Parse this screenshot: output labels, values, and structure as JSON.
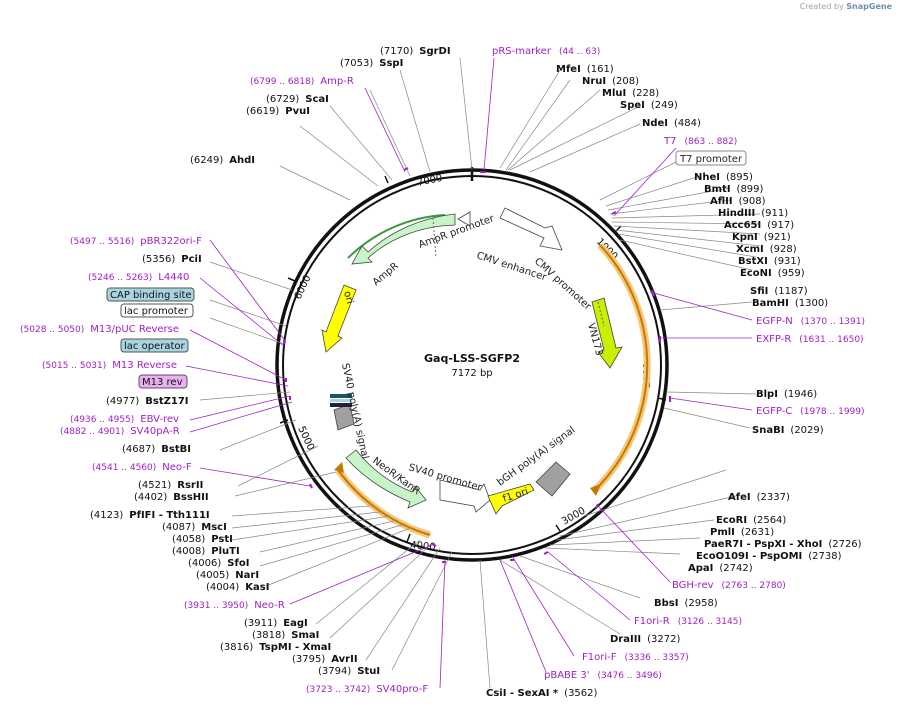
{
  "credit": {
    "prefix": "Created by",
    "brand": "SnapGene"
  },
  "plasmid": {
    "name": "Gaq-LSS-SGFP2",
    "length_label": "7172 bp"
  },
  "ticks": [
    "1000",
    "2000",
    "3000",
    "4000",
    "5000",
    "6000",
    "7000"
  ],
  "enzymes": [
    {
      "pos": "(7170)",
      "name": "SgrDI"
    },
    {
      "pos": "(7053)",
      "name": "SspI"
    },
    {
      "pos": "(6729)",
      "name": "ScaI"
    },
    {
      "pos": "(6619)",
      "name": "PvuI"
    },
    {
      "pos": "(6249)",
      "name": "AhdI"
    },
    {
      "pos": "(5356)",
      "name": "PciI"
    },
    {
      "pos": "(4977)",
      "name": "BstZ17I"
    },
    {
      "pos": "(4687)",
      "name": "BstBI"
    },
    {
      "pos": "(4521)",
      "name": "RsrII"
    },
    {
      "pos": "(4402)",
      "name": "BssHII"
    },
    {
      "pos": "(4123)",
      "name": "PfIFI - Tth111I"
    },
    {
      "pos": "(4087)",
      "name": "MscI"
    },
    {
      "pos": "(4058)",
      "name": "PstI"
    },
    {
      "pos": "(4008)",
      "name": "PluTI"
    },
    {
      "pos": "(4006)",
      "name": "SfoI"
    },
    {
      "pos": "(4005)",
      "name": "NarI"
    },
    {
      "pos": "(4004)",
      "name": "KasI"
    },
    {
      "pos": "(3911)",
      "name": "EagI"
    },
    {
      "pos": "(3818)",
      "name": "SmaI"
    },
    {
      "pos": "(3816)",
      "name": "TspMI - XmaI"
    },
    {
      "pos": "(3795)",
      "name": "AvrII"
    },
    {
      "pos": "(3794)",
      "name": "StuI"
    },
    {
      "pos": "(161)",
      "name": "MfeI"
    },
    {
      "pos": "(208)",
      "name": "NruI"
    },
    {
      "pos": "(228)",
      "name": "MluI"
    },
    {
      "pos": "(249)",
      "name": "SpeI"
    },
    {
      "pos": "(484)",
      "name": "NdeI"
    },
    {
      "pos": "(895)",
      "name": "NheI"
    },
    {
      "pos": "(899)",
      "name": "BmtI"
    },
    {
      "pos": "(908)",
      "name": "AflII"
    },
    {
      "pos": "(911)",
      "name": "HindIII"
    },
    {
      "pos": "(917)",
      "name": "Acc65I"
    },
    {
      "pos": "(921)",
      "name": "KpnI"
    },
    {
      "pos": "(928)",
      "name": "XcmI"
    },
    {
      "pos": "(931)",
      "name": "BstXI"
    },
    {
      "pos": "(959)",
      "name": "EcoNI"
    },
    {
      "pos": "(1187)",
      "name": "SfiI"
    },
    {
      "pos": "(1300)",
      "name": "BamHI"
    },
    {
      "pos": "(1946)",
      "name": "BlpI"
    },
    {
      "pos": "(2029)",
      "name": "SnaBI"
    },
    {
      "pos": "(2337)",
      "name": "AfeI"
    },
    {
      "pos": "(2564)",
      "name": "EcoRI"
    },
    {
      "pos": "(2631)",
      "name": "PmlI"
    },
    {
      "pos": "(2726)",
      "name": "PaeR7I - PspXI - XhoI"
    },
    {
      "pos": "(2738)",
      "name": "EcoO109I - PspOMI"
    },
    {
      "pos": "(2742)",
      "name": "ApaI"
    },
    {
      "pos": "(2958)",
      "name": "BbsI"
    },
    {
      "pos": "(3272)",
      "name": "DraIII"
    },
    {
      "pos": "(3562)",
      "name": "CsiI - SexAI *"
    }
  ],
  "primers": [
    {
      "name": "pRS-marker",
      "range": "(44 .. 63)"
    },
    {
      "name": "Amp-R",
      "range": "(6799 .. 6818)"
    },
    {
      "name": "T7",
      "range": "(863 .. 882)"
    },
    {
      "name": "pBR322ori-F",
      "range": "(5497 .. 5516)"
    },
    {
      "name": "L4440",
      "range": "(5246 .. 5263)"
    },
    {
      "name": "M13/pUC Reverse",
      "range": "(5028 .. 5050)"
    },
    {
      "name": "M13 Reverse",
      "range": "(5015 .. 5031)"
    },
    {
      "name": "EBV-rev",
      "range": "(4936 .. 4955)"
    },
    {
      "name": "SV40pA-R",
      "range": "(4882 .. 4901)"
    },
    {
      "name": "Neo-F",
      "range": "(4541 .. 4560)"
    },
    {
      "name": "Neo-R",
      "range": "(3931 .. 3950)"
    },
    {
      "name": "SV40pro-F",
      "range": "(3723 .. 3742)"
    },
    {
      "name": "EGFP-N",
      "range": "(1370 .. 1391)"
    },
    {
      "name": "EXFP-R",
      "range": "(1631 .. 1650)"
    },
    {
      "name": "EGFP-C",
      "range": "(1978 .. 1999)"
    },
    {
      "name": "BGH-rev",
      "range": "(2763 .. 2780)"
    },
    {
      "name": "F1ori-R",
      "range": "(3126 .. 3145)"
    },
    {
      "name": "F1ori-F",
      "range": "(3336 .. 3357)"
    },
    {
      "name": "pBABE 3'",
      "range": "(3476 .. 3496)"
    }
  ],
  "boxed_features": [
    "T7 promoter",
    "CAP binding site",
    "lac promoter",
    "lac operator",
    "M13 rev"
  ],
  "inner_features": [
    "AmpR promoter",
    "AmpR",
    "CMV enhancer",
    "CMV promoter",
    "VN173",
    "ori",
    "SV40 poly(A) signal",
    "NeoR/KanR",
    "SV40 promoter",
    "bGH poly(A) signal",
    "f1 ori"
  ],
  "colors": {
    "enzyme": "#000000",
    "primer": "#a020c8",
    "amp": "#bdf5bd",
    "ori": "#ffff00",
    "orange": "#f5a000",
    "gray": "#a0a0a0",
    "teal_box": "#a8d4e0",
    "purple_box": "#e8b0f0"
  }
}
